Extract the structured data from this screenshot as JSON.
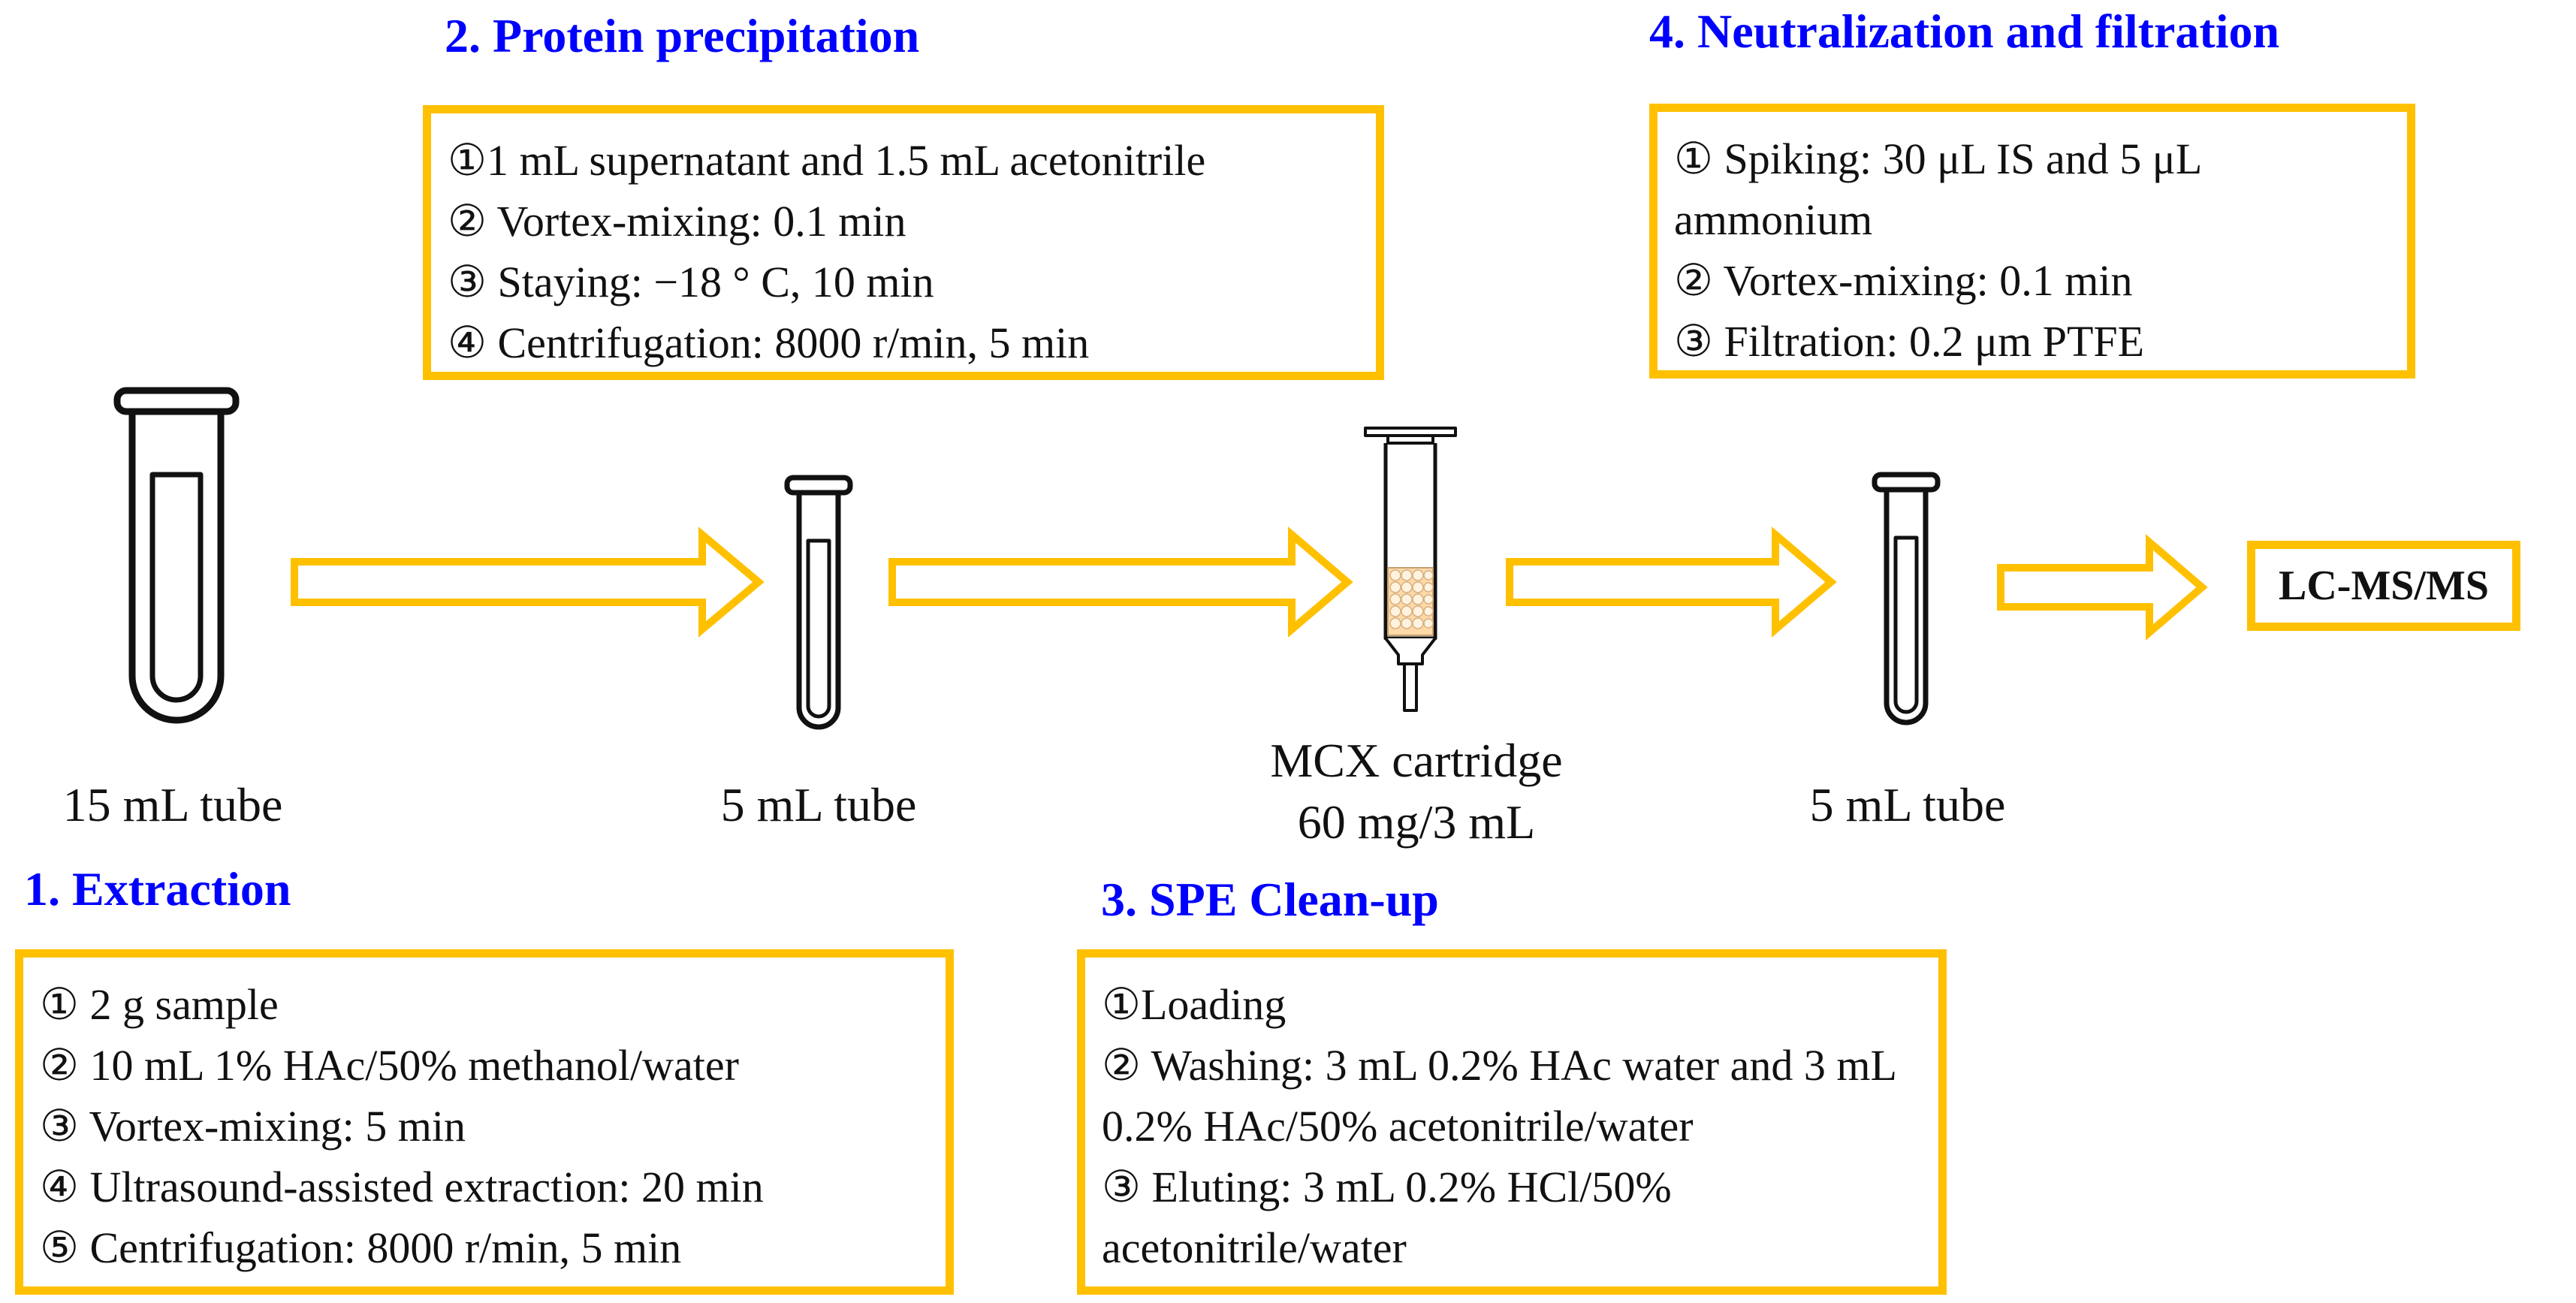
{
  "colors": {
    "accent_border": "#ffc000",
    "step_title": "#0000ff",
    "text": "#111111",
    "equipment_stroke": "#111111",
    "sorbent_fill": "#ffd9a8"
  },
  "steps": {
    "extraction": {
      "title": "1. Extraction",
      "lines": [
        "① 2 g sample",
        "② 10 mL 1% HAc/50% methanol/water",
        "③ Vortex-mixing: 5 min",
        "④ Ultrasound-assisted extraction: 20 min",
        "⑤ Centrifugation: 8000 r/min, 5 min"
      ]
    },
    "protein_precipitation": {
      "title": "2. Protein precipitation",
      "lines": [
        "①1 mL supernatant and 1.5 mL acetonitrile",
        "② Vortex-mixing: 0.1 min",
        "③ Staying: −18 ° C, 10 min",
        "④ Centrifugation: 8000 r/min, 5 min"
      ]
    },
    "spe_cleanup": {
      "title": "3. SPE Clean-up",
      "lines": [
        "①Loading",
        "② Washing: 3 mL 0.2% HAc water and 3 mL 0.2% HAc/50% acetonitrile/water",
        "③ Eluting: 3 mL 0.2% HCl/50% acetonitrile/water"
      ]
    },
    "neutralization_filtration": {
      "title": "4. Neutralization and filtration",
      "lines": [
        "① Spiking: 30 μL IS and 5 μL ammonium",
        "② Vortex-mixing: 0.1 min",
        "③ Filtration: 0.2 μm PTFE"
      ]
    }
  },
  "equipment": {
    "tube_15ml": "15 mL tube",
    "tube_5ml_first": "5 mL tube",
    "mcx_cartridge_line1": "MCX cartridge",
    "mcx_cartridge_line2": "60 mg/3 mL",
    "tube_5ml_second": "5 mL tube",
    "icons": [
      "test-tube-icon",
      "test-tube-icon",
      "spe-cartridge-icon",
      "test-tube-icon"
    ]
  },
  "result": {
    "label": "LC-MS/MS"
  }
}
